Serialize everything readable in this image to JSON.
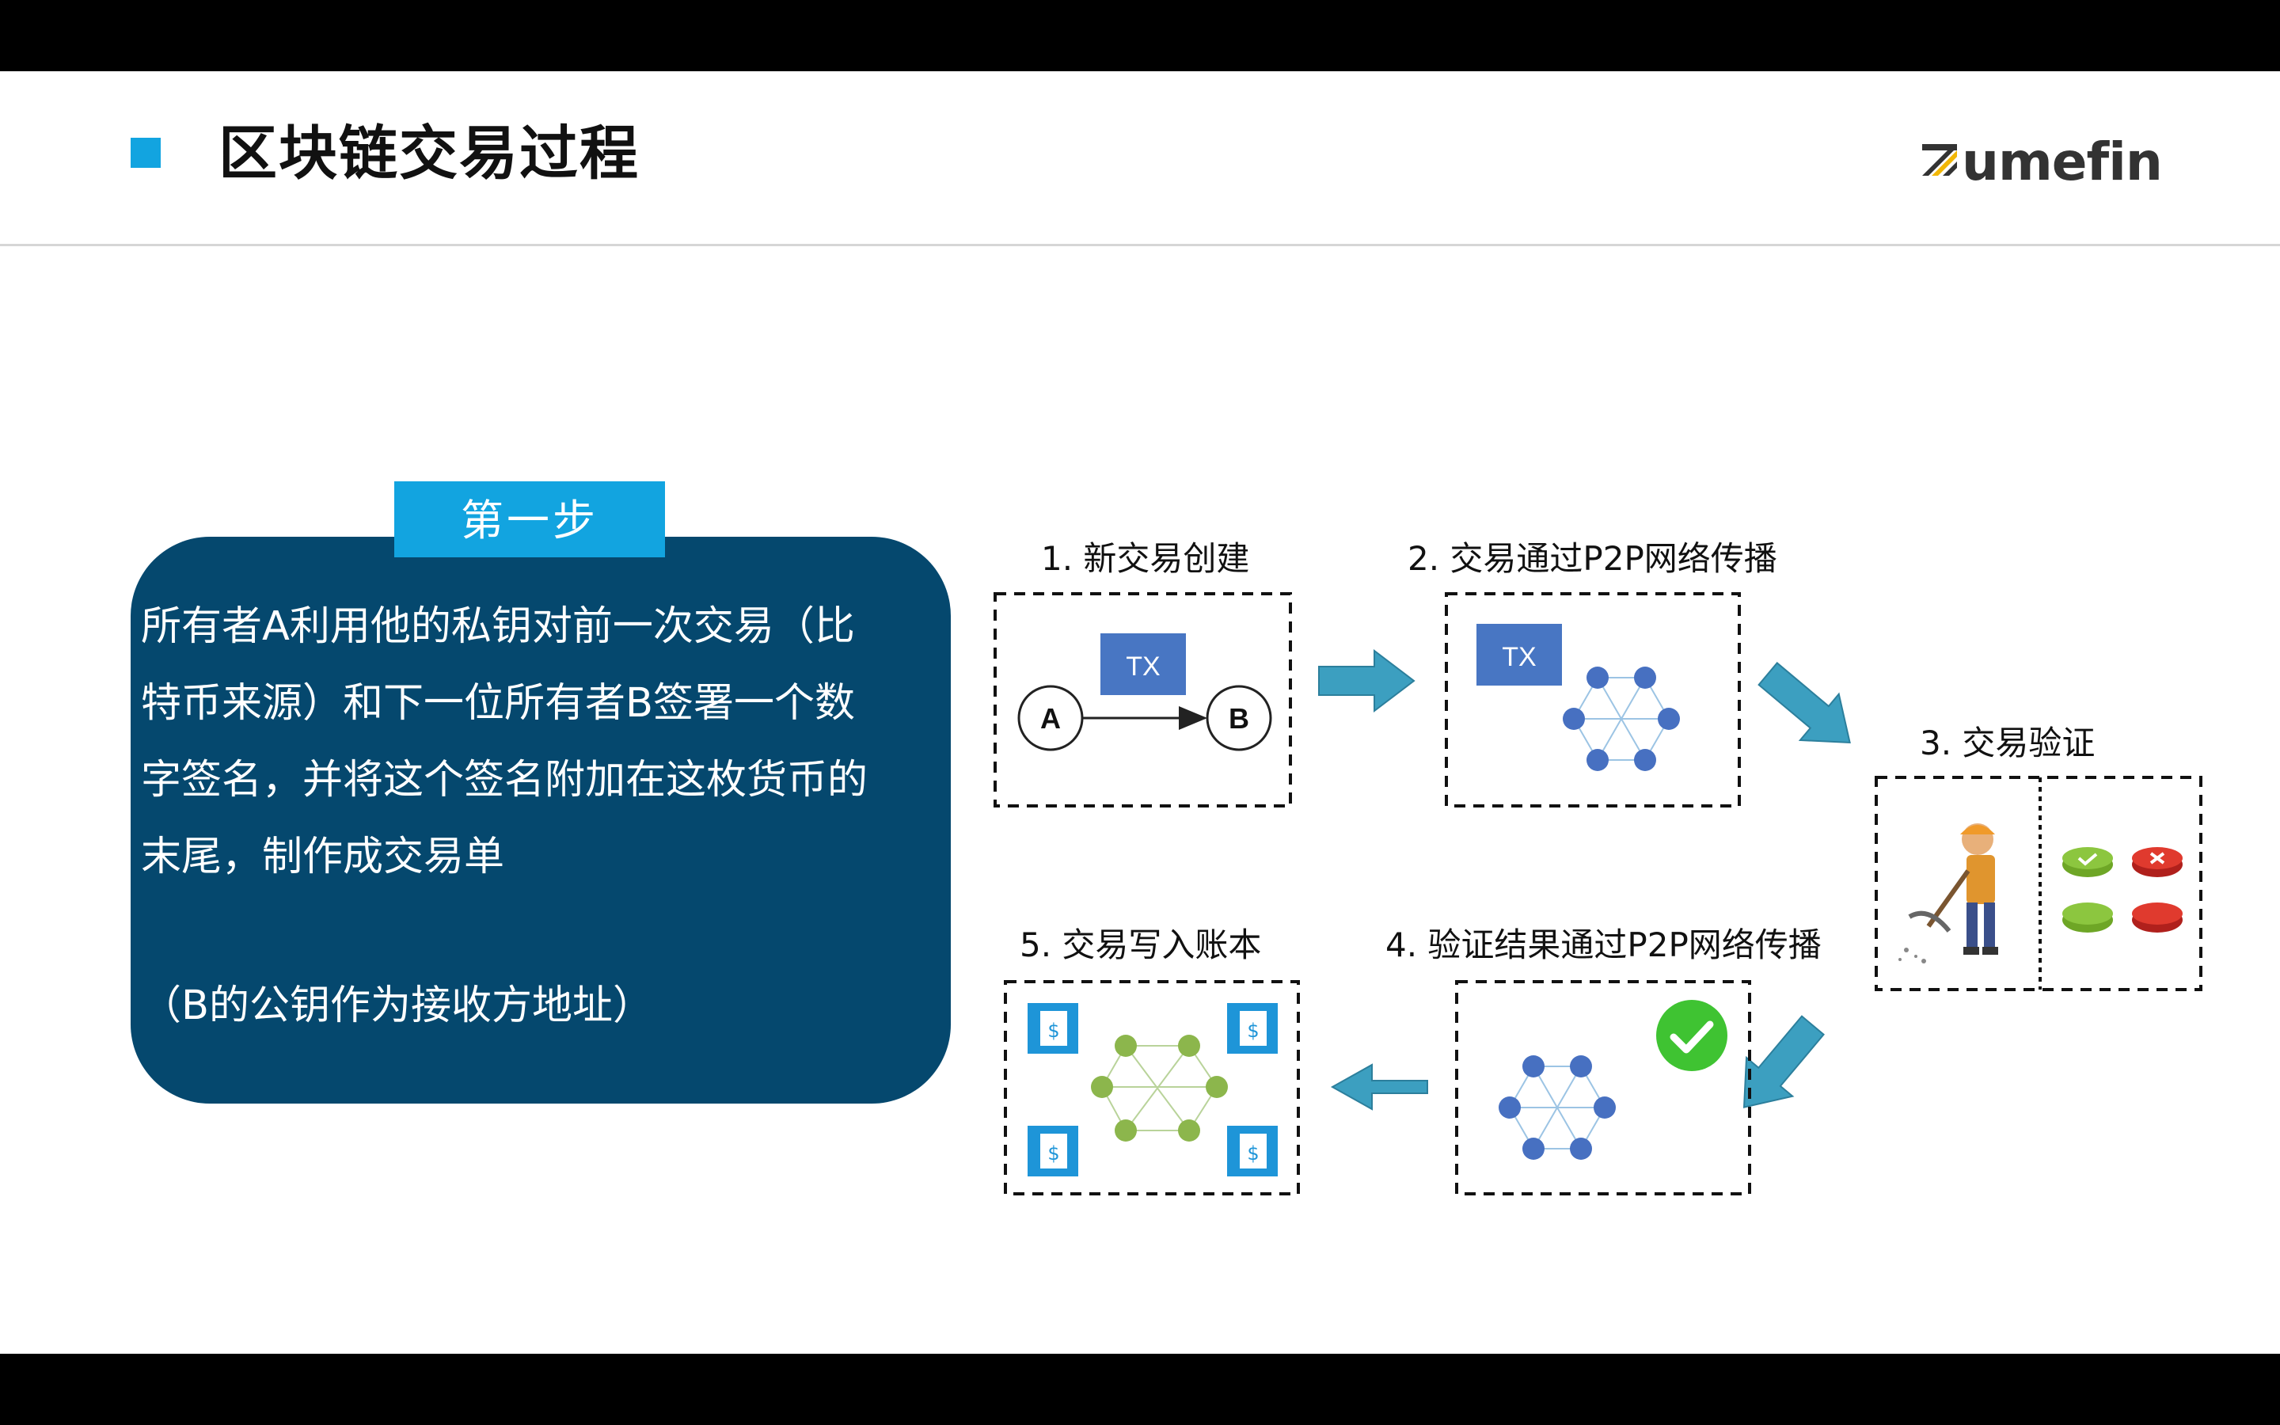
{
  "slide": {
    "title": "区块链交易过程",
    "logo_text": "umefin"
  },
  "step_panel": {
    "tab_label": "第一步",
    "body_lines": [
      "所有者A利用他的私钥对前一次交易（比",
      "特币来源）和下一位所有者B签署一个数",
      "字签名，并将这个签名附加在这枚货币的",
      "末尾，制作成交易单"
    ],
    "note": "（B的公钥作为接收方地址）"
  },
  "diagram": {
    "stages": [
      {
        "label": "1. 新交易创建"
      },
      {
        "label": "2. 交易通过P2P网络传播"
      },
      {
        "label": "3. 交易验证"
      },
      {
        "label": "4. 验证结果通过P2P网络传播"
      },
      {
        "label": "5. 交易写入账本"
      }
    ],
    "tx_label": "TX",
    "node_a": "A",
    "node_b": "B",
    "colors": {
      "arrow": "#3c9fc0",
      "tx_box": "#4876c3",
      "network_node": "#4770c1",
      "ledger_node": "#8cb64c",
      "check": "#3fc332",
      "ledger_icon": "#1e95d8"
    }
  },
  "theme": {
    "accent": "#12a4e0",
    "panel": "#05486e"
  }
}
